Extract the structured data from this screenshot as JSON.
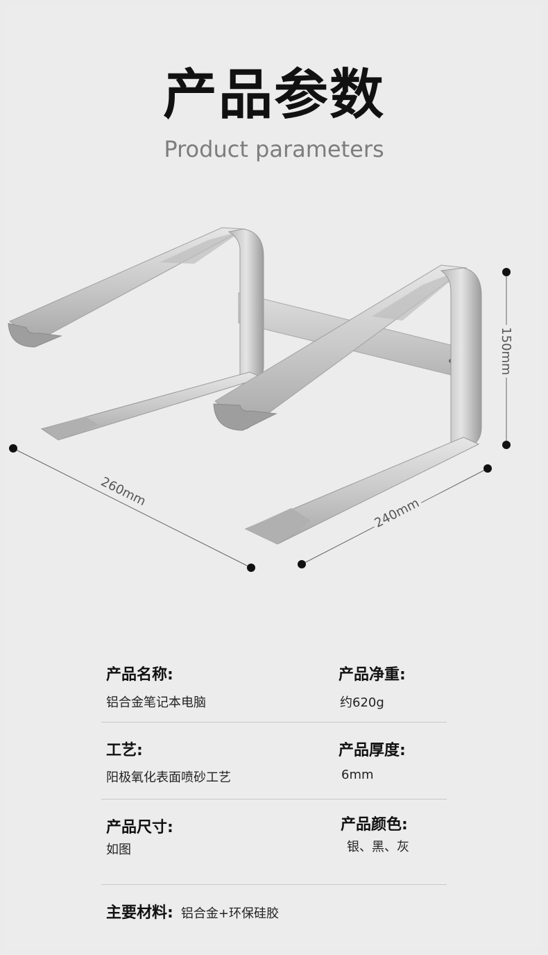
{
  "header": {
    "title_cn": "产品参数",
    "title_en": "Product parameters"
  },
  "dimensions": {
    "length": "260mm",
    "width": "240mm",
    "height": "150mm"
  },
  "params": {
    "name_label": "产品名称:",
    "name_value": "铝合金笔记本电脑",
    "weight_label": "产品净重:",
    "weight_value": "约620g",
    "craft_label": "工艺:",
    "craft_value": "阳极氧化表面喷砂工艺",
    "thickness_label": "产品厚度:",
    "thickness_value": "6mm",
    "size_label": "产品尺寸:",
    "size_value": "如图",
    "color_label": "产品颜色:",
    "color_value": "银、黑、灰",
    "material_label": "主要材料:",
    "material_value": "铝合金+环保硅胶"
  },
  "colors": {
    "background": "#ececec",
    "metal_light": "#d9d9d9",
    "metal_dark": "#9a9a9a"
  }
}
